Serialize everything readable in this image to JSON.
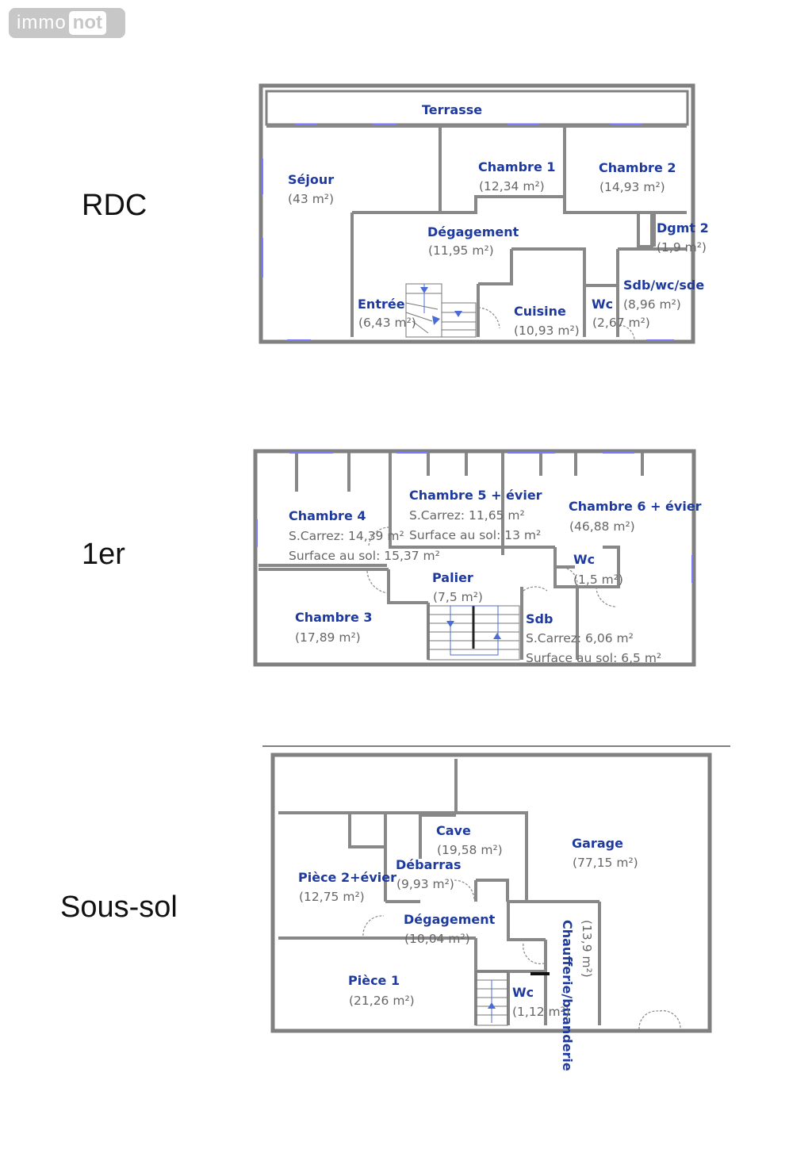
{
  "logo": {
    "part1": "immo",
    "part2": "not"
  },
  "levels": {
    "rdc": "RDC",
    "first": "1er",
    "basement": "Sous-sol"
  },
  "rdc_rooms": [
    {
      "name": "Terrasse",
      "area": ""
    },
    {
      "name": "Séjour",
      "area": "(43 m²)"
    },
    {
      "name": "Chambre 1",
      "area": "(12,34 m²)"
    },
    {
      "name": "Chambre 2",
      "area": "(14,93 m²)"
    },
    {
      "name": "Dégagement",
      "area": "(11,95 m²)"
    },
    {
      "name": "Dgmt 2",
      "area": "(1,9 m²)"
    },
    {
      "name": "Sdb/wc/sde",
      "area": "(8,96 m²)"
    },
    {
      "name": "Entrée",
      "area": "(6,43 m²)"
    },
    {
      "name": "Cuisine",
      "area": "(10,93 m²)"
    },
    {
      "name": "Wc",
      "area": "(2,67 m²)"
    }
  ],
  "first_rooms": [
    {
      "name": "Chambre 4",
      "line1": "S.Carrez: 14,39 m²",
      "line2": "Surface au sol: 15,37 m²"
    },
    {
      "name": "Chambre 5 + évier",
      "line1": "S.Carrez: 11,65 m²",
      "line2": "Surface au sol: 13 m²"
    },
    {
      "name": "Chambre 6 + évier",
      "line1": "(46,88 m²)",
      "line2": ""
    },
    {
      "name": "Palier",
      "line1": "(7,5 m²)",
      "line2": ""
    },
    {
      "name": "Wc",
      "line1": "(1,5 m²)",
      "line2": ""
    },
    {
      "name": "Chambre 3",
      "line1": "(17,89 m²)",
      "line2": ""
    },
    {
      "name": "Sdb",
      "line1": "S.Carrez: 6,06 m²",
      "line2": "Surface au sol: 6,5 m²"
    }
  ],
  "basement_rooms": [
    {
      "name": "Cave",
      "area": "(19,58 m²)"
    },
    {
      "name": "Garage",
      "area": "(77,15 m²)"
    },
    {
      "name": "Débarras",
      "area": "(9,93 m²)"
    },
    {
      "name": "Pièce 2+évier",
      "area": "(12,75 m²)"
    },
    {
      "name": "Dégagement",
      "area": "(10,04 m²)"
    },
    {
      "name": "Chaufferie/buanderie",
      "area": "(13,9 m²)"
    },
    {
      "name": "Pièce 1",
      "area": "(21,26 m²)"
    },
    {
      "name": "Wc",
      "area": "(1,12 m²)"
    }
  ]
}
